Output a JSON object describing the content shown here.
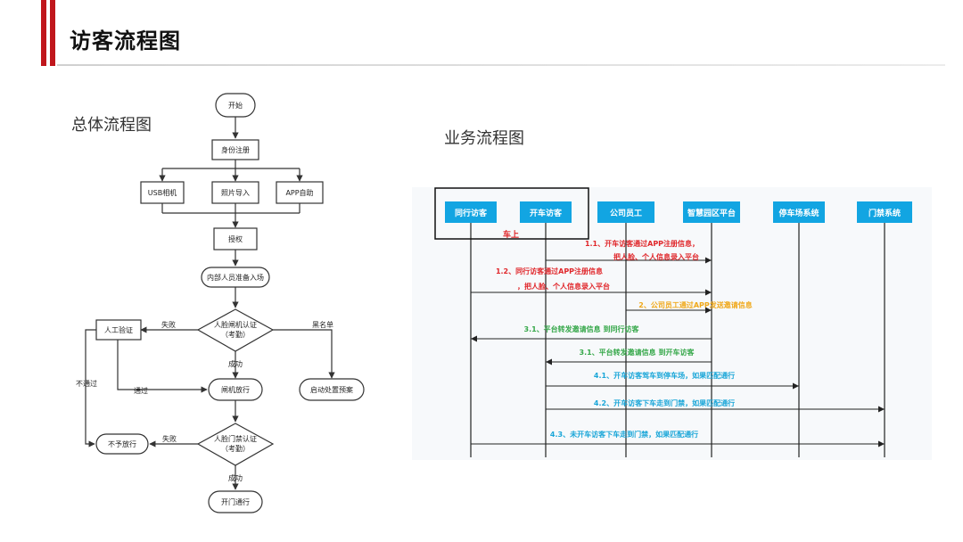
{
  "slide": {
    "title": "访客流程图",
    "subtitle_left": "总体流程图",
    "subtitle_right": "业务流程图"
  },
  "flowchart": {
    "start": "开始",
    "register": "身份注册",
    "usb": "USB相机",
    "photo": "照片导入",
    "app": "APP自助",
    "authorize": "授权",
    "staff_prepare": "内部人员准备入场",
    "face_check_line1": "人脸闸机认证",
    "face_check_line2": "（考勤）",
    "manual": "人工验证",
    "gate_pass": "闸机放行",
    "alert": "启动处置预案",
    "door_check_line1": "人脸门禁认证",
    "door_check_line2": "（考勤）",
    "deny": "不予放行",
    "open_door": "开门通行",
    "label_fail1": "失败",
    "label_blacklist": "黑名单",
    "label_success1": "成功",
    "label_pass": "通过",
    "label_not_pass": "不通过",
    "label_fail2": "失败",
    "label_success2": "成功"
  },
  "sequence": {
    "actors": [
      "同行访客",
      "开车访客",
      "公司员工",
      "智慧园区平台",
      "停车场系统",
      "门禁系统"
    ],
    "group_label": "车上",
    "messages": [
      {
        "line1": "1.1、开车访客通过APP注册信息，",
        "line2": "把人脸、个人信息录入平台",
        "color": "#e0262a"
      },
      {
        "line1": "1.2、同行访客通过APP注册信息",
        "line2": "，把人脸、个人信息录入平台",
        "color": "#e0262a"
      },
      {
        "line1": "2、公司员工通过APP发送邀请信息",
        "line2": "",
        "color": "#f0a818"
      },
      {
        "line1": "3.1、平台转发邀请信息 到同行访客",
        "line2": "",
        "color": "#36a84a"
      },
      {
        "line1": "3.1、平台转发邀请信息 到开车访客",
        "line2": "",
        "color": "#36a84a"
      },
      {
        "line1": "4.1、开车访客驾车到停车场，如果匹配通行",
        "line2": "",
        "color": "#1aa6d8"
      },
      {
        "line1": "4.2、开车访客下车走到门禁，如果匹配通行",
        "line2": "",
        "color": "#1aa6d8"
      },
      {
        "line1": "4.3、未开车访客下车走到门禁，如果匹配通行",
        "line2": "",
        "color": "#1aa6d8"
      }
    ]
  },
  "colors": {
    "accent": "#c0161c",
    "actor_fill": "#12a5e2",
    "flow_border": "#333333"
  }
}
